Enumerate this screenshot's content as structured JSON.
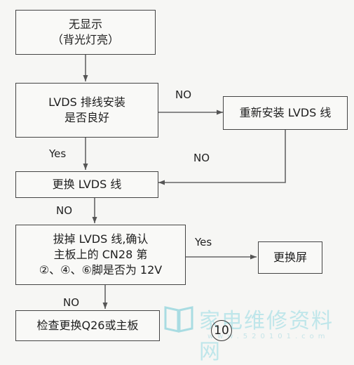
{
  "nodes": {
    "start": [
      "无显示",
      "（背光灯亮）"
    ],
    "check_lvds": [
      "LVDS 排线安装",
      "是否良好"
    ],
    "reinstall": [
      "重新安装 LVDS 线"
    ],
    "replace_lvds": [
      "更换 LVDS 线"
    ],
    "check_voltage": [
      "拔掉 LVDS 线,确认",
      "主板上的 CN28 第",
      "②、④、⑥脚是否为 12V"
    ],
    "replace_screen": [
      "更换屏"
    ],
    "check_board": [
      "检查更换Q26或主板"
    ]
  },
  "edges": {
    "no_1": "NO",
    "yes_1": "Yes",
    "no_2": "NO",
    "no_3": "NO",
    "yes_2": "Yes",
    "no_4": "NO"
  },
  "watermark": {
    "text": "家电维修资料网",
    "url": "www.520101.com"
  },
  "page_number": "10"
}
